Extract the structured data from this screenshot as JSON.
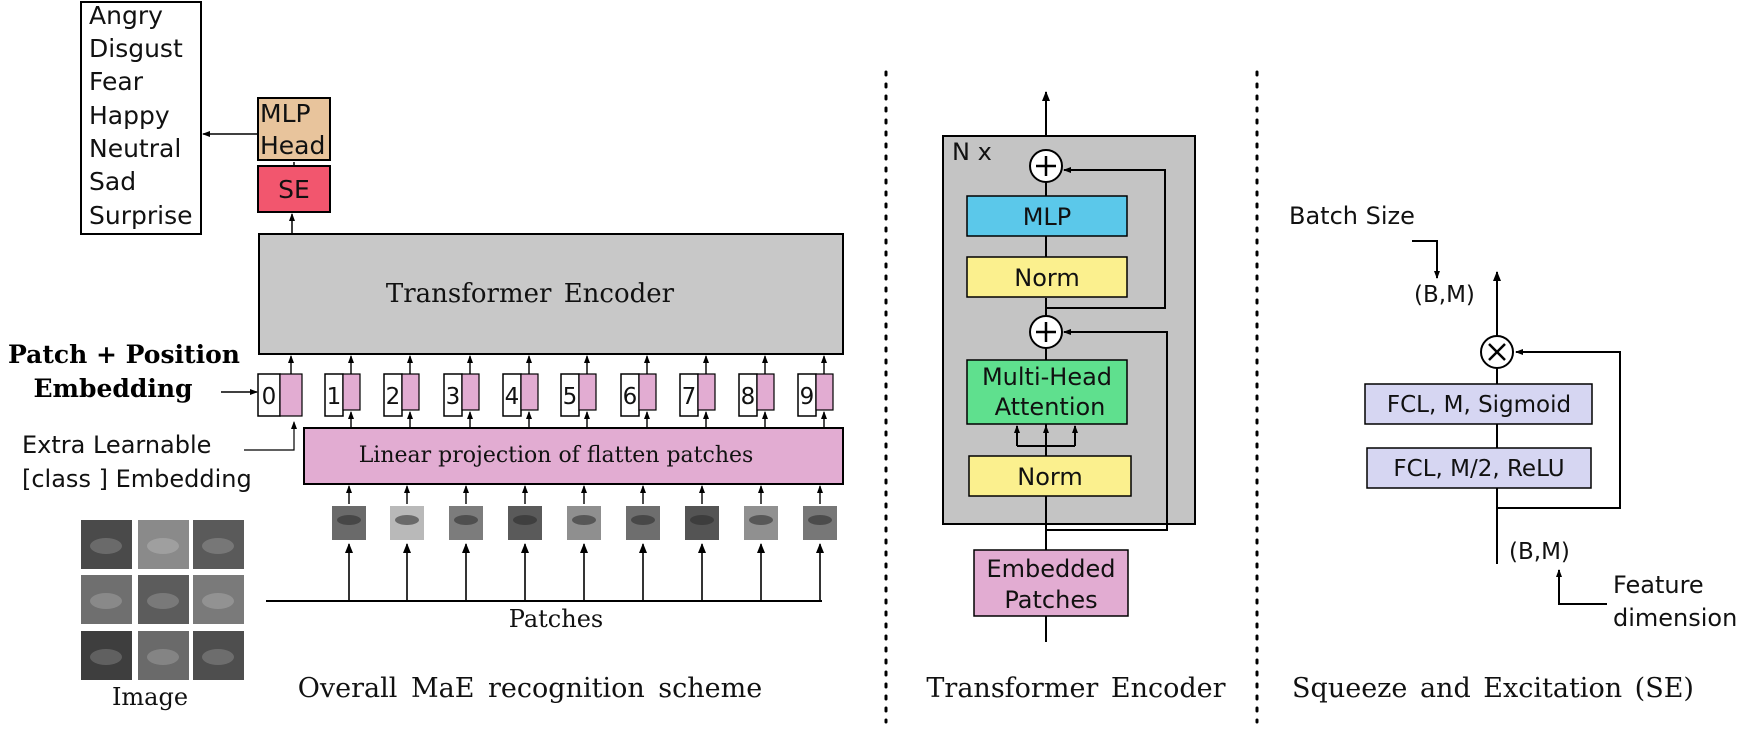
{
  "overall": {
    "emotions": [
      "Angry",
      "Disgust",
      "Fear",
      "Happy",
      "Neutral",
      "Sad",
      "Surprise"
    ],
    "mlp_head": [
      "MLP",
      "Head"
    ],
    "se": "SE",
    "transformer_encoder": "Transformer Encoder",
    "patch_position_embedding": [
      "Patch + Position",
      "Embedding"
    ],
    "tokens": [
      "0",
      "1",
      "2",
      "3",
      "4",
      "5",
      "6",
      "7",
      "8",
      "9"
    ],
    "extra_learnable": [
      "Extra Learnable",
      "[class ] Embedding"
    ],
    "linear_projection": "Linear projection of flatten patches",
    "patches_label": "Patches",
    "image_label": "Image",
    "caption": "Overall MaE recognition scheme",
    "colors": {
      "mlp_head": "#e8c49c",
      "se": "#f2566e",
      "encoder": "#c8c8c8",
      "projection": "#e2acd2",
      "token_embed": "#e2acd2"
    }
  },
  "encoder_detail": {
    "nx": "N x",
    "mlp": "MLP",
    "norm_top": "Norm",
    "mha": [
      "Multi-Head",
      "Attention"
    ],
    "norm_bottom": "Norm",
    "embedded_patches": [
      "Embedded",
      "Patches"
    ],
    "caption": "Transformer Encoder",
    "colors": {
      "block": "#c4c4c4",
      "mlp": "#5bc8ea",
      "norm": "#fbf08e",
      "mha": "#5fe08e",
      "embedded": "#e2acd2"
    }
  },
  "se_detail": {
    "batch_size": "Batch Size",
    "bm_top": "(B,M)",
    "fcl_sigmoid": "FCL, M, Sigmoid",
    "fcl_relu": "FCL, M/2, ReLU",
    "bm_bottom": "(B,M)",
    "feature_dimension": [
      "Feature",
      "dimension"
    ],
    "caption": "Squeeze and Excitation (SE)",
    "colors": {
      "fcl": "#d6d6f2"
    }
  }
}
